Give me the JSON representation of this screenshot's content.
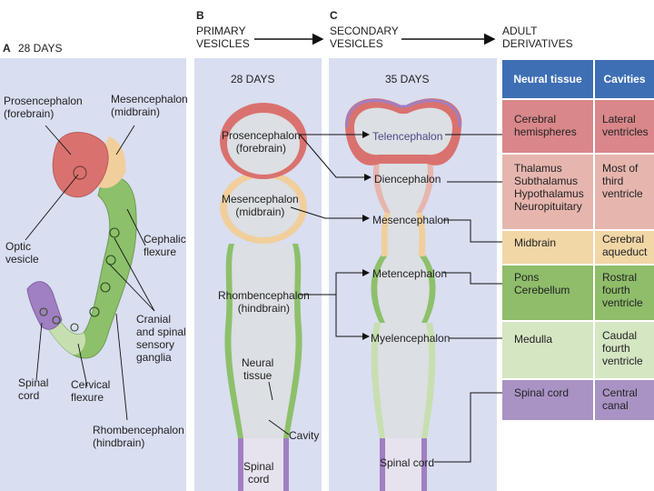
{
  "headers": {
    "a_letter": "A",
    "a_text": "28 DAYS",
    "b_letter": "B",
    "b_text": "PRIMARY\nVESICLES",
    "c_letter": "C",
    "c_text": "SECONDARY\nVESICLES",
    "adult": "ADULT\nDERIVATIVES"
  },
  "panel_a": {
    "prosencephalon": "Prosencephalon\n(forebrain)",
    "mesencephalon": "Mesencephalon\n(midbrain)",
    "optic_vesicle": "Optic\nvesicle",
    "cephalic_flexure": "Cephalic\nflexure",
    "ganglia": "Cranial\nand spinal\nsensory\nganglia",
    "spinal_cord": "Spinal\ncord",
    "cervical_flexure": "Cervical\nflexure",
    "rhombencephalon": "Rhombencephalon\n(hindbrain)"
  },
  "panel_b": {
    "days": "28 DAYS",
    "prosencephalon": "Prosencephalon\n(forebrain)",
    "mesencephalon": "Mesencephalon\n(midbrain)",
    "rhombencephalon": "Rhombencephalon\n(hindbrain)",
    "neural_tissue": "Neural\ntissue",
    "cavity": "Cavity",
    "spinal_cord": "Spinal\ncord"
  },
  "panel_c": {
    "days": "35 DAYS",
    "telencephalon": "Telencephalon",
    "diencephalon": "Diencephalon",
    "mesencephalon": "Mesencephalon",
    "metencephalon": "Metencephalon",
    "myelencephalon": "Myelencephalon",
    "spinal_cord": "Spinal cord"
  },
  "table": {
    "col_neural": "Neural tissue",
    "col_cavities": "Cavities",
    "rows": [
      {
        "neural": "Cerebral\nhemispheres",
        "cavity": "Lateral\nventricles",
        "color": "#d9878a"
      },
      {
        "neural": "Thalamus\nSubthalamus\nHypothalamus\nNeuropituitary",
        "cavity": "Most of\nthird\nventricle",
        "color": "#e6b6ae"
      },
      {
        "neural": "Midbrain",
        "cavity": "Cerebral\naqueduct",
        "color": "#f1d6a6"
      },
      {
        "neural": "Pons\nCerebellum",
        "cavity": "Rostral\nfourth\nventricle",
        "color": "#8fbd6a"
      },
      {
        "neural": "Medulla",
        "cavity": "Caudal\nfourth\nventricle",
        "color": "#d5e6c3"
      },
      {
        "neural": "Spinal cord",
        "cavity": "Central\ncanal",
        "color": "#a993c4"
      }
    ]
  },
  "colors": {
    "forebrain": "#d9726f",
    "midbrain": "#f1cf9c",
    "hindbrain": "#8dc06b",
    "hindbrain_light": "#c7dfb0",
    "spinal": "#a07fc2",
    "panel": "#d9def1",
    "header": "#3e6fb4"
  }
}
